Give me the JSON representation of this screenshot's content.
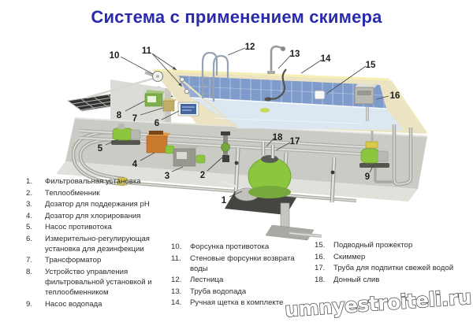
{
  "title": "Система с применением скимера",
  "watermark": "umnyestroiteli.ru",
  "palette": {
    "title_blue": "#2a2aac",
    "pool_tile_blue": "#7e9bcc",
    "water_blue": "#dbe7f1",
    "deck_cream": "#ebe3c1",
    "equipment_green": "#8cc63e",
    "equipment_orange": "#c97a2e",
    "concrete_gray": "#cbcbc5"
  },
  "diagram": {
    "callouts": [
      "1",
      "2",
      "3",
      "4",
      "5",
      "6",
      "7",
      "8",
      "9",
      "10",
      "11",
      "12",
      "13",
      "14",
      "15",
      "16",
      "17",
      "18"
    ]
  },
  "legend": {
    "col1": [
      {
        "num": "1.",
        "text": "Фильтровальная установка"
      },
      {
        "num": "2.",
        "text": "Теплообменник"
      },
      {
        "num": "3.",
        "text": "Дозатор для поддержания pH"
      },
      {
        "num": "4.",
        "text": "Дозатор для хлорирования"
      },
      {
        "num": "5.",
        "text": "Насос противотока"
      },
      {
        "num": "6.",
        "text": "Измерительно-регулирующая установка для дезинфекции"
      },
      {
        "num": "7.",
        "text": "Трансформатор"
      },
      {
        "num": "8.",
        "text": "Устройство управления фильтровальной установкой и теплообменником"
      },
      {
        "num": "9.",
        "text": "Насос водопада"
      }
    ],
    "col2": [
      {
        "num": "10.",
        "text": "Форсунка противотока"
      },
      {
        "num": "11.",
        "text": "Стеновые форсунки возврата воды"
      },
      {
        "num": "12.",
        "text": "Лестница"
      },
      {
        "num": "13.",
        "text": "Труба водопада"
      },
      {
        "num": "14.",
        "text": "Ручная щетка в комплекте"
      }
    ],
    "col3": [
      {
        "num": "15.",
        "text": "Подводный прожектор"
      },
      {
        "num": "16.",
        "text": "Скиммер"
      },
      {
        "num": "17.",
        "text": "Труба для подпитки свежей водой"
      },
      {
        "num": "18.",
        "text": "Донный слив"
      }
    ]
  }
}
